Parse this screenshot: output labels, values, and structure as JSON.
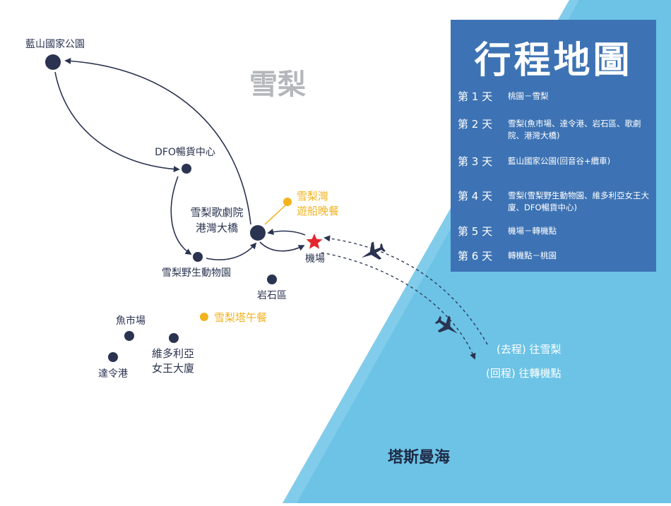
{
  "colors": {
    "sea": "#6cc3e6",
    "sea_edge": "#8fd2ee",
    "panel": "#3d73b4",
    "node": "#2a3350",
    "highlight": "#f2b31f",
    "star": "#e3262d",
    "region_label": "#b4b7bb"
  },
  "region_label": "雪梨",
  "sea_label": "塔斯曼海",
  "panel": {
    "title": "行程地圖",
    "days": [
      {
        "day": "第 1 天",
        "desc": "桃園－雪梨"
      },
      {
        "day": "第 2 天",
        "desc": "雪梨(魚市場、達令港、岩石區、歌劇院、港灣大橋)"
      },
      {
        "day": "第 3 天",
        "desc": "藍山國家公園(回音谷+纜車)"
      },
      {
        "day": "第 4 天",
        "desc": "雪梨(雪梨野生動物園、維多利亞女王大廈、DFO暢貨中心)"
      },
      {
        "day": "第 5 天",
        "desc": "機場－轉機點"
      },
      {
        "day": "第 6 天",
        "desc": "轉機點－桃園"
      }
    ]
  },
  "places": {
    "blue_mountains": "藍山國家公園",
    "dfo": "DFO暢貨中心",
    "opera_line1": "雪梨歌劇院",
    "opera_line2": "港灣大橋",
    "wildlife_zoo": "雪梨野生動物園",
    "airport": "機場",
    "rocks": "岩石區",
    "fish_market": "魚市場",
    "darling_harbour": "達令港",
    "qvb_line1": "維多利亞",
    "qvb_line2": "女王大廈",
    "harbour_cruise_line1": "雪梨灣",
    "harbour_cruise_line2": "遊船晚餐",
    "tower_lunch": "雪梨塔午餐"
  },
  "flights": {
    "outbound": "(去程) 往雪梨",
    "return": "(回程) 往轉機點"
  },
  "icons": {
    "airport": "star-icon",
    "plane": "airplane-icon"
  }
}
